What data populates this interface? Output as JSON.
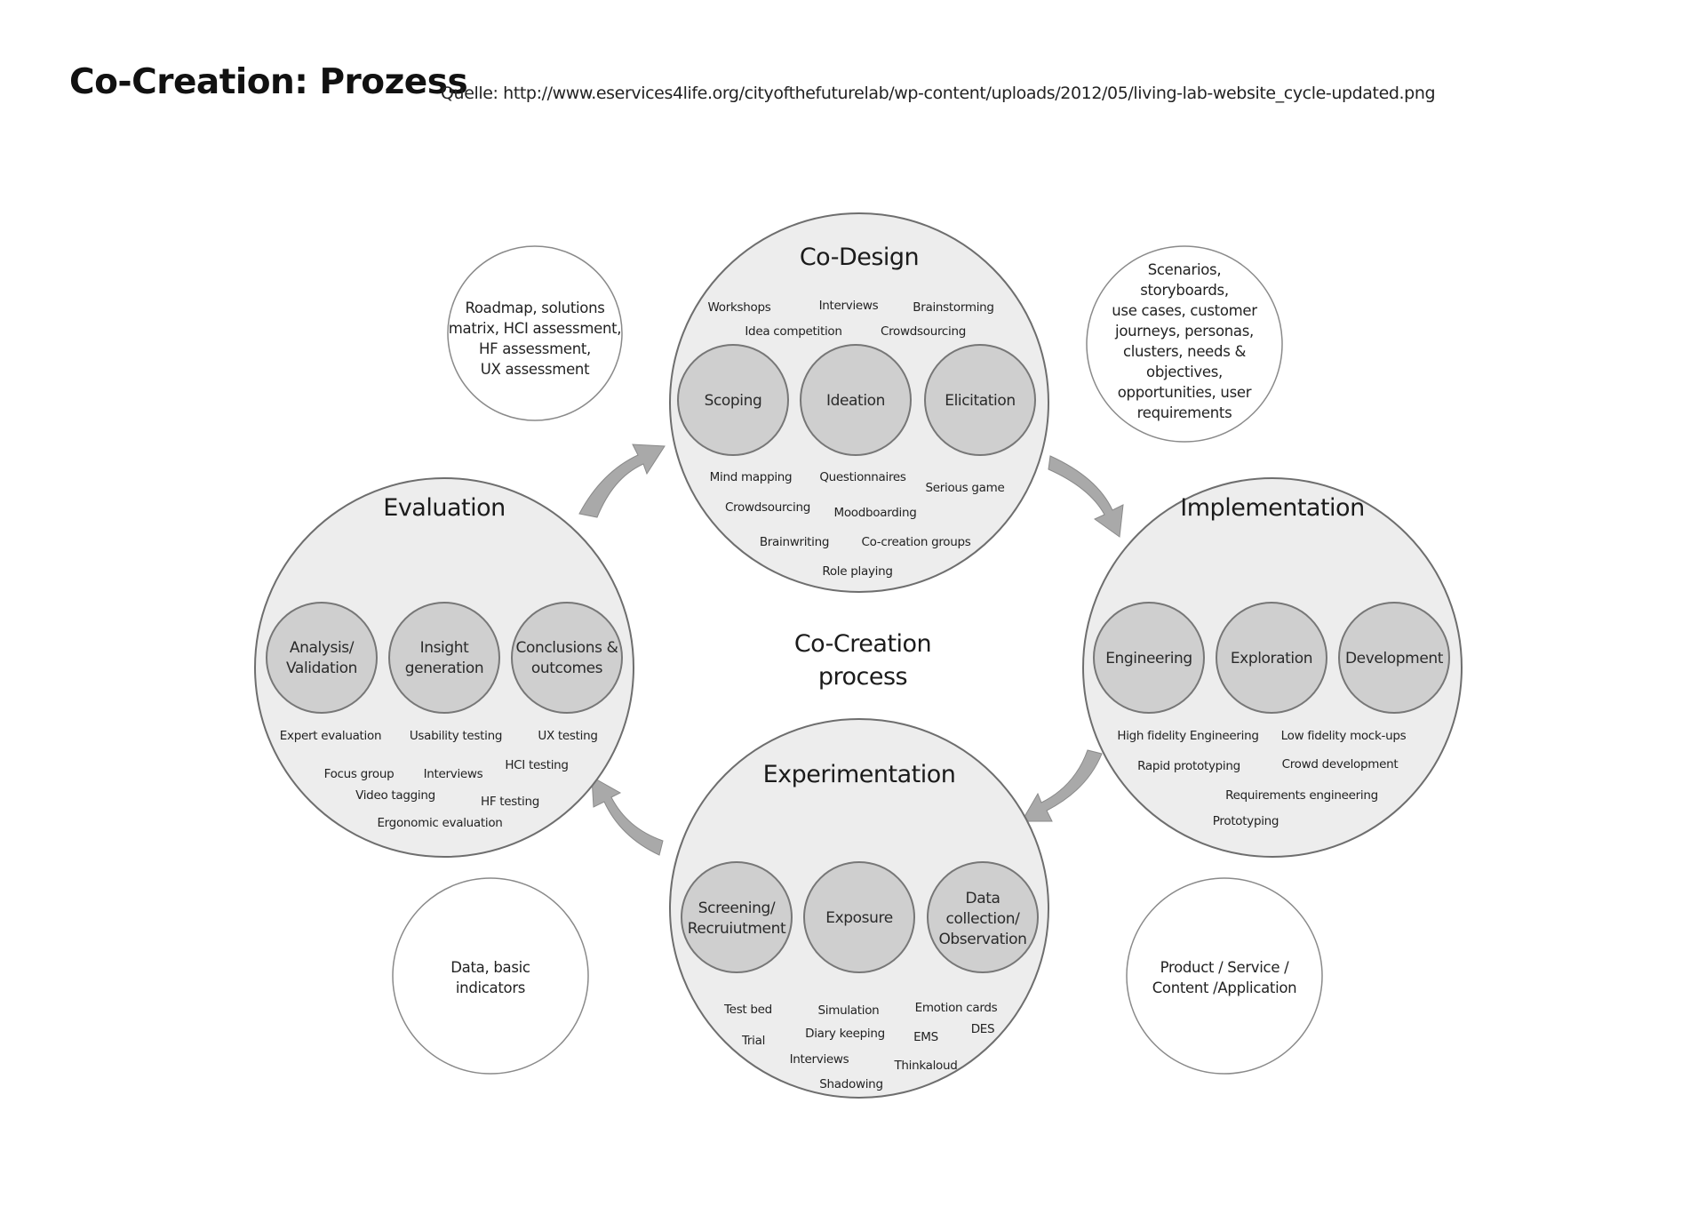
{
  "header": {
    "title": "Co-Creation: Prozess",
    "source": "Quelle: http://www.eservices4life.org/cityofthefuturelab/wp-content/uploads/2012/05/living-lab-website_cycle-updated.png"
  },
  "center": {
    "line1": "Co-Creation",
    "line2": "process"
  },
  "phases": {
    "codesign": {
      "title": "Co-Design",
      "subphases": [
        "Scoping",
        "Ideation",
        "Elicitation"
      ],
      "methods_top": [
        "Workshops",
        "Interviews",
        "Brainstorming",
        "Idea competition",
        "Crowdsourcing"
      ],
      "methods_bottom": [
        "Mind mapping",
        "Questionnaires",
        "Serious game",
        "Crowdsourcing",
        "Moodboarding",
        "Brainwriting",
        "Co-creation groups",
        "Role playing"
      ]
    },
    "implementation": {
      "title": "Implementation",
      "subphases": [
        "Engineering",
        "Exploration",
        "Development"
      ],
      "methods": [
        "High fidelity Engineering",
        "Low fidelity mock-ups",
        "Rapid prototyping",
        "Crowd development",
        "Requirements engineering",
        "Prototyping"
      ]
    },
    "experimentation": {
      "title": "Experimentation",
      "subphases": [
        [
          "Screening/",
          "Recruiutment"
        ],
        [
          "Exposure"
        ],
        [
          "Data",
          "collection/",
          "Observation"
        ]
      ],
      "methods": [
        "Test bed",
        "Simulation",
        "Emotion cards",
        "Trial",
        "Diary keeping",
        "EMS",
        "DES",
        "Interviews",
        "Thinkaloud",
        "Shadowing"
      ]
    },
    "evaluation": {
      "title": "Evaluation",
      "subphases": [
        [
          "Analysis/",
          "Validation"
        ],
        [
          "Insight",
          "generation"
        ],
        [
          "Conclusions &",
          "outcomes"
        ]
      ],
      "methods": [
        "Expert evaluation",
        "Usability testing",
        "UX testing",
        "HCI testing",
        "Focus group",
        "Interviews",
        "Video tagging",
        "HF testing",
        "Ergonomic evaluation"
      ]
    }
  },
  "outputs": {
    "top_left": [
      "Roadmap, solutions",
      "matrix, HCI assessment,",
      "HF assessment,",
      "UX assessment"
    ],
    "top_right": [
      "Scenarios,",
      "storyboards,",
      "use cases, customer",
      "journeys, personas,",
      "clusters, needs &",
      "objectives,",
      "opportunities, user",
      "requirements"
    ],
    "bottom_left": [
      "Data, basic",
      "indicators"
    ],
    "bottom_right": [
      "Product / Service /",
      "Content /Application"
    ]
  },
  "icons": {
    "arrows": [
      "curved-arrow-evaluation-to-codesign",
      "curved-arrow-codesign-to-implementation",
      "curved-arrow-implementation-to-experimentation",
      "curved-arrow-experimentation-to-evaluation"
    ]
  }
}
